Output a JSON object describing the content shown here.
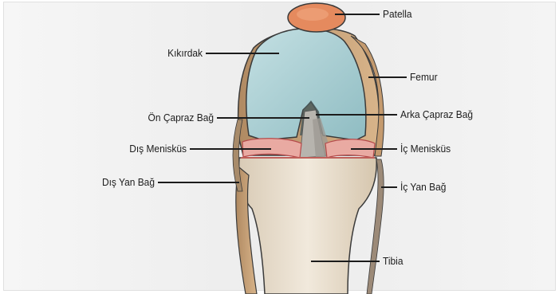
{
  "labels": {
    "patella": "Patella",
    "kikirdak": "Kıkırdak",
    "femur": "Femur",
    "on_capraz": "Ön Çapraz Bağ",
    "arka_capraz": "Arka Çapraz Bağ",
    "dis_meniskus": "Dış Menisküs",
    "ic_meniskus": "İç Menisküs",
    "dis_yan": "Dış Yan Bağ",
    "ic_yan": "İç Yan Bağ",
    "tibia": "Tibia"
  },
  "colors": {
    "cartilage": "#a9cfd3",
    "patella": "#e58a5e",
    "bone": "#e7dccb",
    "meniscus": "#e9a9a2",
    "ligament": "#b9b3aa",
    "outline": "#3a3a3a"
  }
}
